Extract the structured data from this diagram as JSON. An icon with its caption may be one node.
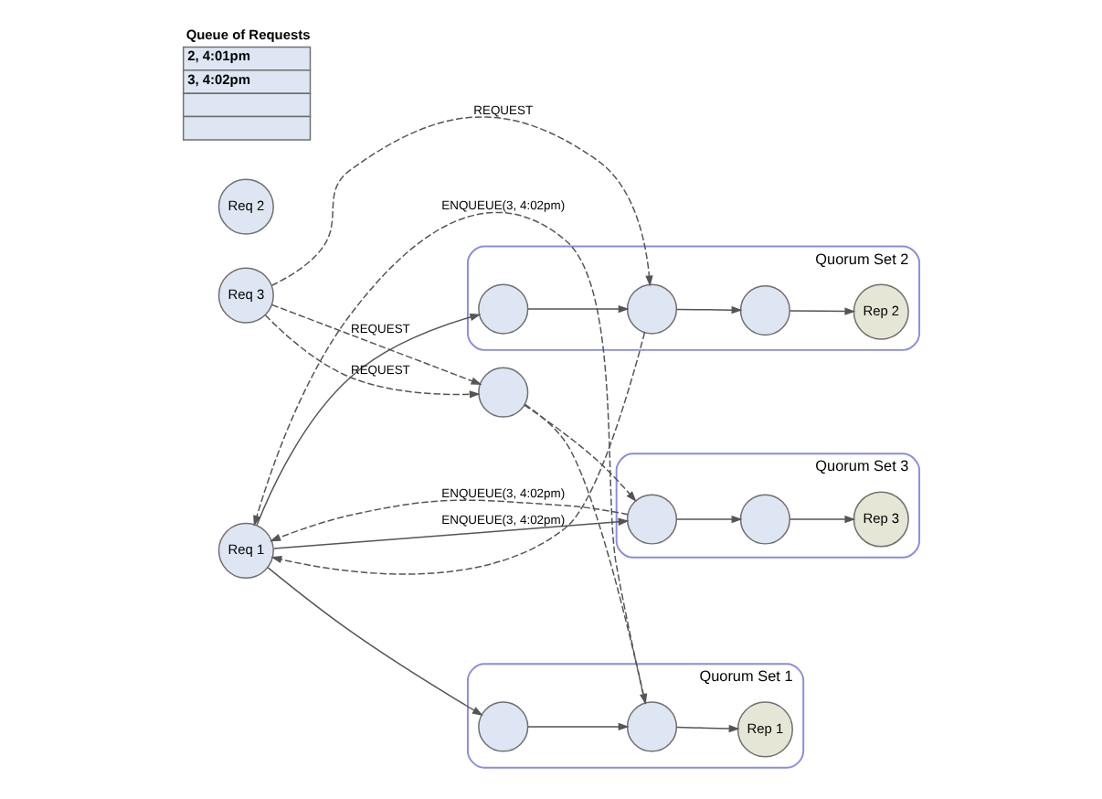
{
  "diagram": {
    "nodes": [
      {
        "text": [
          "Req 1"
        ]
      },
      {
        "text": [
          "Quorum Set 1"
        ]
      },
      {
        "text": [],
        "shape": "circle",
        "in": 1
      },
      {
        "text": [],
        "shape": "circle",
        "in": 1
      },
      {
        "text": [
          "Rep 1"
        ],
        "in": 1
      },
      {
        "text": [
          "Quorum Set 2"
        ]
      },
      {
        "text": [],
        "shape": "circle",
        "in": 5
      },
      {
        "text": [],
        "shape": "circle",
        "in": 5
      },
      {
        "text": [],
        "shape": "circle",
        "in": 5
      },
      {
        "text": [
          "Rep 2"
        ],
        "in": 5
      },
      {
        "text": [
          "Req 2"
        ]
      },
      {
        "text": [
          "Quorum Set 3"
        ]
      },
      {
        "text": [],
        "shape": "circle",
        "in": 11
      },
      {
        "text": [],
        "shape": "circle",
        "in": 11
      },
      {
        "text": [
          "Rep 3"
        ],
        "in": 11
      },
      {
        "text": [
          "Req 3"
        ]
      },
      {
        "text": [],
        "shape": "circle"
      }
    ],
    "edges": [
      {
        "from": 0,
        "to": 2,
        "arrow": "to"
      },
      {
        "from": 2,
        "to": 3,
        "arrow": "to"
      },
      {
        "from": 3,
        "to": 4,
        "arrow": "to"
      },
      {
        "from": 0,
        "to": 6,
        "arrow": "to"
      },
      {
        "from": 6,
        "to": 7,
        "arrow": "to"
      },
      {
        "from": 7,
        "to": 8,
        "arrow": "to"
      },
      {
        "from": 8,
        "to": 9,
        "arrow": "to"
      },
      {
        "from": 0,
        "to": 12,
        "arrow": "to"
      },
      {
        "from": 12,
        "to": 13,
        "arrow": "to"
      },
      {
        "from": 13,
        "to": 14,
        "arrow": "to"
      },
      {
        "from": 3,
        "to": 0,
        "arrow": "to",
        "style": "dashed",
        "label": "ENQUEUE(3, 4:02pm)"
      },
      {
        "from": 7,
        "to": 0,
        "arrow": "to",
        "style": "dashed",
        "label": "ENQUEUE(3, 4:02pm)"
      },
      {
        "from": 12,
        "to": 0,
        "arrow": "to",
        "style": "dashed",
        "label": "ENQUEUE(3, 4:02pm)"
      },
      {
        "from": 15,
        "to": 7,
        "arrow": "to",
        "style": "dashed",
        "label": "REQUEST"
      },
      {
        "from": 15,
        "to": 16,
        "arrow": "to",
        "style": "dashed",
        "label": "REQUEST"
      },
      {
        "from": 15,
        "to": 16,
        "arrow": "to",
        "style": "dashed",
        "label": "REQUEST"
      },
      {
        "from": 16,
        "to": 3,
        "arrow": "to",
        "style": "dashed"
      },
      {
        "from": 16,
        "to": 12,
        "arrow": "to",
        "style": "dashed"
      }
    ],
    "labels": [
      "Queue of Requests",
      "2, 4:01pm",
      "3, 4:02pm"
    ]
  }
}
